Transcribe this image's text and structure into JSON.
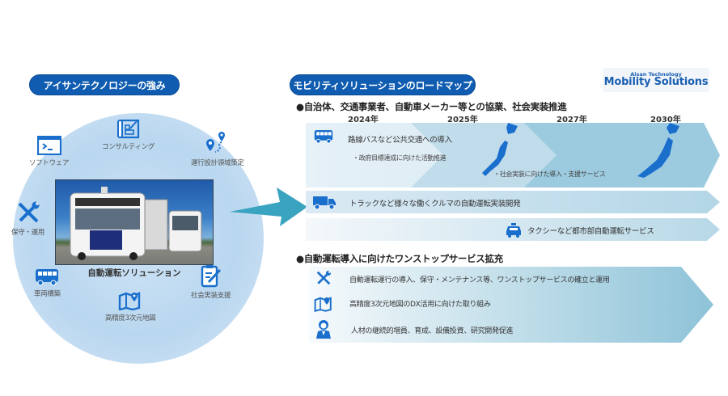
{
  "left": {
    "title": "アイサンテクノロジーの強み",
    "center_caption": "自動運転ソリューション",
    "features": [
      {
        "label": "ソフトウェア",
        "icon": "terminal-window-icon"
      },
      {
        "label": "コンサルティング",
        "icon": "blueprint-icon"
      },
      {
        "label": "運行設計領域策定",
        "icon": "route-pin-icon"
      },
      {
        "label": "保守・運用",
        "icon": "wrench-screwdriver-icon"
      },
      {
        "label": "社会実装支援",
        "icon": "clipboard-pen-icon"
      },
      {
        "label": "車両構築",
        "icon": "bus-icon"
      },
      {
        "label": "高精度3次元地図",
        "icon": "map-pin-icon"
      }
    ]
  },
  "right": {
    "title": "モビリティソリューションのロードマップ",
    "logo": {
      "top": "Aisan Technology",
      "main": "Mobility Solutions"
    },
    "section1": {
      "heading": "●自治体、交通事業者、自動車メーカー等との協業、社会実装推進",
      "years": [
        "2024年",
        "2025年",
        "2027年",
        "2030年"
      ],
      "lanes": [
        {
          "label": "路線バスなど公共交通への導入",
          "icon": "bus-icon",
          "subs": [
            "・政府目標達成に向けた活動推進",
            "・社会実装に向けた導入・支援サービス"
          ]
        },
        {
          "label": "トラックなど様々な働くクルマの自動運転実装開発",
          "icon": "truck-icon"
        },
        {
          "label": "タクシーなど都市部自動運転サービス",
          "icon": "taxi-icon"
        }
      ]
    },
    "section2": {
      "heading": "●自動運転導入に向けたワンストップサービス拡充",
      "items": [
        {
          "label": "自動運転運行の導入、保守・メンテナンス等、ワンストップサービスの確立と運用",
          "icon": "wrench-screwdriver-icon"
        },
        {
          "label": "高精度3次元地図のDX活用に向けた取り組み",
          "icon": "map-pin-icon"
        },
        {
          "label": "人材の継続的増員、育成、設備投資、研究開発促進",
          "icon": "person-icon"
        }
      ]
    }
  },
  "colors": {
    "brand_blue": "#0f5cb0",
    "icon_blue": "#1a6fcc",
    "arrow_teal": "#3aa3bf",
    "lane_light": "#dcebf4",
    "lane_dark": "#8ec3d8"
  }
}
